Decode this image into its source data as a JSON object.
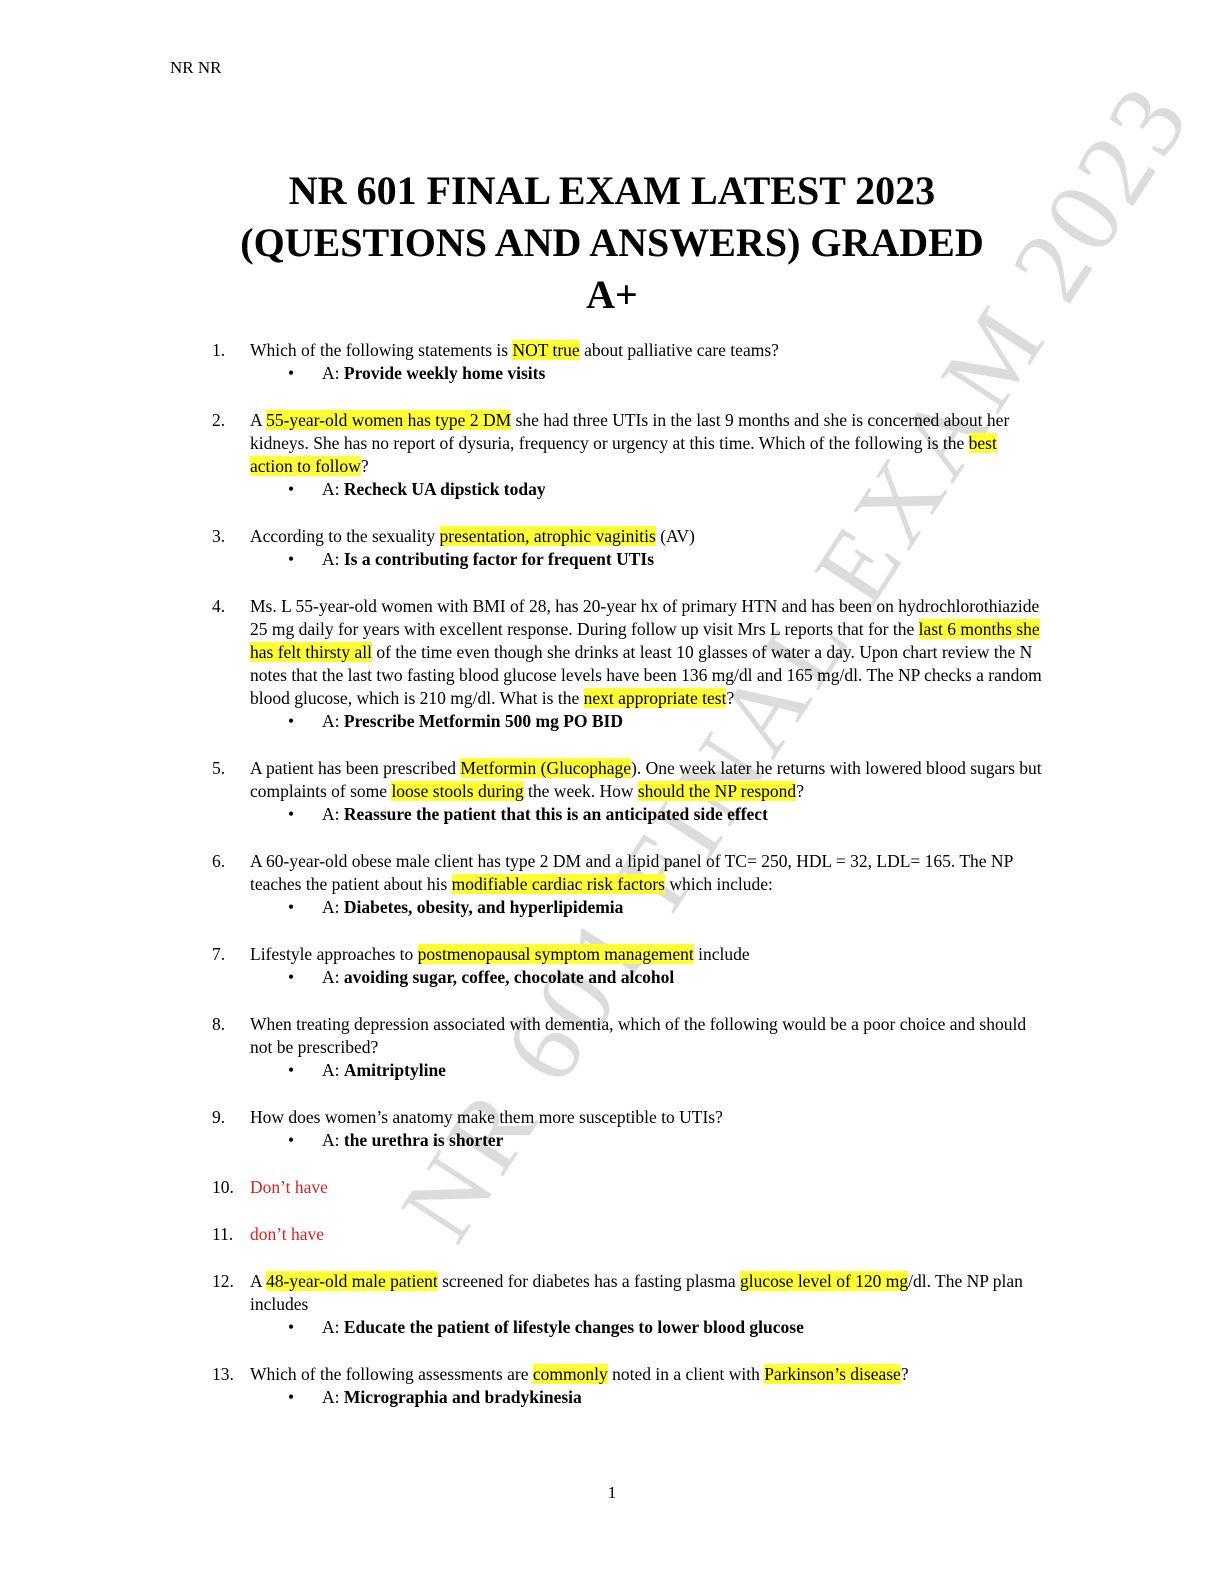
{
  "header": "NR NR",
  "title": {
    "line1": "NR 601  FINAL  EXAM  LATEST 2023",
    "line2": "(QUESTIONS AND ANSWERS) GRADED",
    "line3": "A+"
  },
  "watermark": "NR 601 FINAL EXAM 2023",
  "answer_prefix": "A: ",
  "bullet": "•",
  "questions": [
    {
      "num": "1.",
      "parts": [
        {
          "t": "Which of the following statements is "
        },
        {
          "t": "NOT true",
          "hl": true
        },
        {
          "t": " about palliative care teams?"
        }
      ],
      "answer": "Provide weekly home visits"
    },
    {
      "num": "2.",
      "parts": [
        {
          "t": "A "
        },
        {
          "t": "55-year-old women has type 2 DM",
          "hl": true
        },
        {
          "t": " she had three UTIs in the last 9 months and she is concerned about her kidneys. She has no report of dysuria, frequency or urgency at this time. Which of the following is the "
        },
        {
          "t": "best action to follow",
          "hl": true
        },
        {
          "t": "?"
        }
      ],
      "answer": "Recheck UA dipstick today"
    },
    {
      "num": "3.",
      "parts": [
        {
          "t": "According to the sexuality "
        },
        {
          "t": "presentation, atrophic vaginitis",
          "hl": true
        },
        {
          "t": " (AV)"
        }
      ],
      "answer": "Is a contributing factor for frequent UTIs"
    },
    {
      "num": "4.",
      "parts": [
        {
          "t": "Ms. L 55-year-old women with BMI of 28, has 20-year hx of primary HTN and has been on hydrochlorothiazide 25 mg daily for years with excellent response. During follow up visit Mrs L reports that for the "
        },
        {
          "t": "last 6 months she has felt thirsty all",
          "hl": true
        },
        {
          "t": " of the time even though she drinks at least 10 glasses of water a day. Upon chart review the N notes that the last two fasting blood glucose levels have been 136 mg/dl and 165 mg/dl. The NP checks a random blood glucose, which is 210 mg/dl. What is the "
        },
        {
          "t": "next appropriate test",
          "hl": true
        },
        {
          "t": "?"
        }
      ],
      "answer": "Prescribe Metformin 500 mg PO BID"
    },
    {
      "num": "5.",
      "parts": [
        {
          "t": "A patient has been prescribed "
        },
        {
          "t": "Metformin (Glucophage",
          "hl": true
        },
        {
          "t": "). One week later he returns with lowered blood sugars but complaints of some "
        },
        {
          "t": "loose stools during",
          "hl": true
        },
        {
          "t": " the week. How "
        },
        {
          "t": "should the NP respond",
          "hl": true
        },
        {
          "t": "?"
        }
      ],
      "answer": "Reassure the patient that this is an anticipated side effect"
    },
    {
      "num": "6.",
      "parts": [
        {
          "t": "A 60-year-old obese male client has type 2 DM and a lipid panel of TC= 250, HDL = 32, LDL= 165. The NP teaches the patient about his "
        },
        {
          "t": "modifiable cardiac risk factors",
          "hl": true
        },
        {
          "t": " which include:"
        }
      ],
      "answer": "Diabetes, obesity, and hyperlipidemia"
    },
    {
      "num": "7.",
      "parts": [
        {
          "t": "Lifestyle approaches to "
        },
        {
          "t": "postmenopausal symptom management",
          "hl": true
        },
        {
          "t": " include"
        }
      ],
      "answer": "avoiding sugar, coffee, chocolate and alcohol"
    },
    {
      "num": "8.",
      "parts": [
        {
          "t": "When treating depression associated with dementia, which of the following would be a poor choice and should not be prescribed?"
        }
      ],
      "answer": "Amitriptyline"
    },
    {
      "num": "9.",
      "parts": [
        {
          "t": "How does women’s anatomy make them more susceptible to UTIs?"
        }
      ],
      "answer": "the urethra is shorter"
    },
    {
      "num": "10.",
      "parts": [
        {
          "t": " Don’t have",
          "red": true
        }
      ],
      "answer": null
    },
    {
      "num": "11.",
      "parts": [
        {
          "t": "don’t have",
          "red": true
        }
      ],
      "answer": null
    },
    {
      "num": "12.",
      "parts": [
        {
          "t": " A "
        },
        {
          "t": "48-year-old male patient",
          "hl": true
        },
        {
          "t": " screened for diabetes has a fasting plasma "
        },
        {
          "t": "glucose level of 120 mg",
          "hl": true
        },
        {
          "t": "/dl. The NP plan includes"
        }
      ],
      "answer": "Educate the patient of lifestyle changes to lower blood glucose"
    },
    {
      "num": "13.",
      "parts": [
        {
          "t": "Which of the following assessments are "
        },
        {
          "t": "commonly",
          "hl": true
        },
        {
          "t": " noted in a client with "
        },
        {
          "t": "Parkinson’s disease",
          "hl": true
        },
        {
          "t": "?"
        }
      ],
      "answer": "Micrographia and bradykinesia"
    }
  ],
  "page_number": "1",
  "colors": {
    "highlight": "#ffff33",
    "red_text": "#e02020",
    "watermark": "#dcdcdc"
  }
}
